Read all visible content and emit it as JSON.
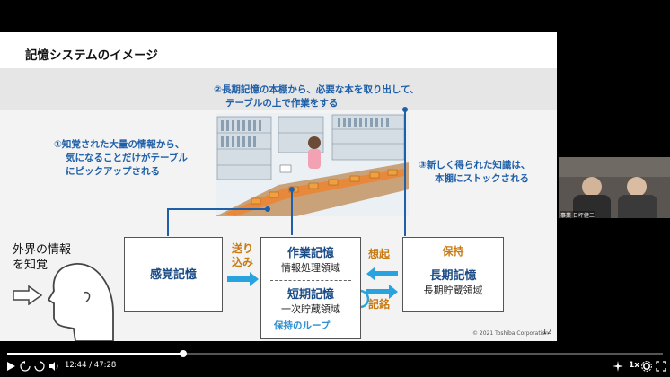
{
  "slide": {
    "title": "記憶システムのイメージ",
    "page_number": "12",
    "copyright": "© 2021 Toshiba Corporation",
    "note1": [
      "①知覚された大量の情報から、",
      "気になることだけがテーブル",
      "にピックアップされる"
    ],
    "note2": [
      "②長期記憶の本棚から、必要な本を取り出して、",
      "テーブルの上で作業をする"
    ],
    "note3": [
      "③新しく得られた知識は、",
      "本棚にストックされる"
    ],
    "outside": [
      "外界の情報",
      "を知覚"
    ],
    "sensory": "感覚記憶",
    "send": [
      "送り",
      "込み"
    ],
    "working_title": "作業記憶",
    "working_sub": "情報処理領域",
    "short_title": "短期記憶",
    "short_sub": "一次貯蔵領域",
    "loop": "保持のループ",
    "recall": "想起",
    "memorize": "記銘",
    "retain": "保持",
    "long_title": "長期記憶",
    "long_sub": "長期貯蔵領域"
  },
  "webcam": {
    "caption": "事業 日坪健二"
  },
  "player": {
    "current_time": "12:44",
    "total_time": "47:28",
    "progress": 0.268,
    "speed": "1x"
  },
  "colors": {
    "accent_blue": "#1f5fa8",
    "arrow_blue": "#29a3e0",
    "orange": "#c77b14"
  }
}
